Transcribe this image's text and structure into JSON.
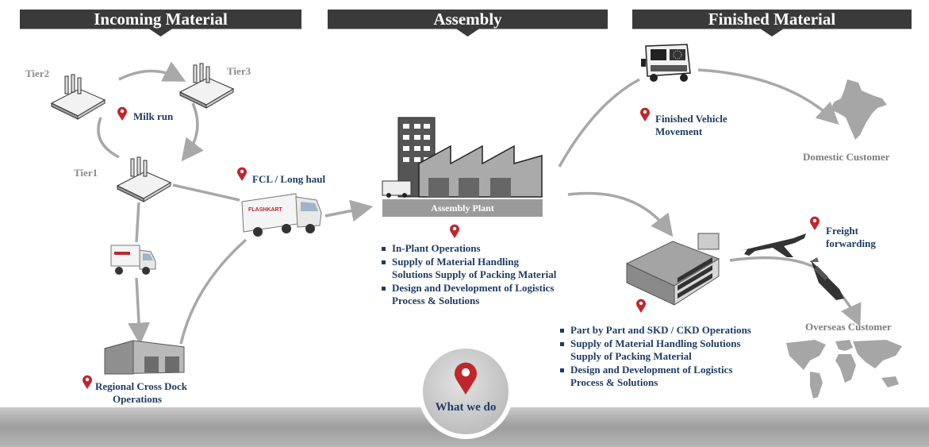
{
  "headers": {
    "incoming": "Incoming Material",
    "assembly": "Assembly",
    "finished": "Finished Material"
  },
  "incoming": {
    "tier1": "Tier1",
    "tier2": "Tier2",
    "tier3": "Tier3",
    "milk_run": "Milk run",
    "fcl": "FCL / Long haul",
    "truck_brand": "FLASHKART",
    "cross_dock_line1": "Regional Cross Dock",
    "cross_dock_line2": "Operations"
  },
  "assembly": {
    "plant_label": "Assembly Plant",
    "bullets": [
      {
        "line1": "In-Plant Operations",
        "line2": ""
      },
      {
        "line1": "Supply of Material Handling",
        "line2": "Solutions Supply of Packing Material"
      },
      {
        "line1": "Design and Development of Logistics",
        "line2": "Process & Solutions"
      }
    ]
  },
  "finished": {
    "vehicle_line1": "Finished Vehicle",
    "vehicle_line2": "Movement",
    "domestic": "Domestic Customer",
    "freight_line1": "Freight",
    "freight_line2": "forwarding",
    "overseas": "Overseas Customer",
    "bullets": [
      {
        "line1": "Part by Part and SKD / CKD Operations",
        "line2": ""
      },
      {
        "line1": "Supply of Material Handling Solutions",
        "line2": "Supply of Packing Material"
      },
      {
        "line1": "Design and Development of Logistics",
        "line2": "Process & Solutions"
      }
    ]
  },
  "center": {
    "what_we_do": "What we do"
  },
  "colors": {
    "banner": "#3a3a3a",
    "text_navy": "#1f3b63",
    "pin_red": "#c0272d",
    "arrow_grey": "#a8a8a8"
  }
}
